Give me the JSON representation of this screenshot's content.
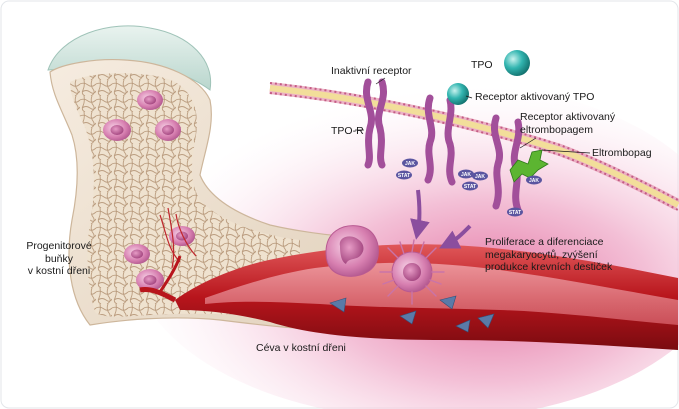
{
  "labels": {
    "inactive_receptor": "Inaktivní receptor",
    "tpo": "TPO",
    "tpo_activated_receptor": "Receptor aktivovaný TPO",
    "eltrombopag_receptor_line1": "Receptor aktivovaný",
    "eltrombopag_receptor_line2": "eltrombopagem",
    "tpo_r": "TPO-R",
    "eltrombopag": "Eltrombopag",
    "progenitor_line1": "Progenitorové",
    "progenitor_line2": "buňky",
    "progenitor_line3": "v kostní dřeni",
    "proliferation_line1": "Proliferace a diferenciace",
    "proliferation_line2": "megakaryocytů, zvýšení",
    "proliferation_line3": "produkce krevních destiček",
    "vessel": "Céva v kostní dřeni"
  },
  "signal_tags": {
    "jak": "JAK",
    "stat": "STAT"
  },
  "colors": {
    "background_glow": "#f2b9d2",
    "membrane_pink": "#e7a0b8",
    "membrane_yellow": "#f2de9a",
    "receptor": "#a24f9a",
    "tpo_ball": "#32b5b0",
    "eltrombopag": "#5cb531",
    "jak_stat": "#5a55a0",
    "vessel": "#b8151c",
    "platelet": "#5a7aa8",
    "bone": "#efe2cf",
    "cartilage": "#cfe3de",
    "cell": "#d77fb0",
    "arrow": "#8b4e9e"
  }
}
